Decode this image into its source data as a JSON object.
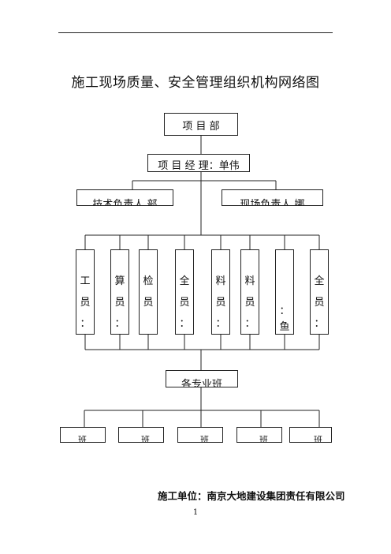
{
  "title": "施工现场质量、安全管理组织机构网络图",
  "boxes": {
    "project_dept": "项 目 部",
    "project_manager": "项 目 经 理：单伟",
    "tech_lead": "技术负责人 部",
    "site_lead": "现场负责人 娜"
  },
  "roles": [
    [
      "工",
      "员",
      "："
    ],
    [
      "算",
      "员",
      "："
    ],
    [
      "检",
      "员"
    ],
    [
      "全",
      "员",
      "："
    ],
    [
      "料",
      "员",
      "："
    ],
    [
      "料",
      "员",
      "："
    ],
    [
      "：",
      "鱼"
    ],
    [
      "全",
      "员",
      "："
    ]
  ],
  "team_group": "各专业班",
  "teams": [
    "班",
    "班",
    "班",
    "班",
    "班"
  ],
  "footer": "施工单位：南京大地建设集团责任有限公司",
  "page_number": "1"
}
